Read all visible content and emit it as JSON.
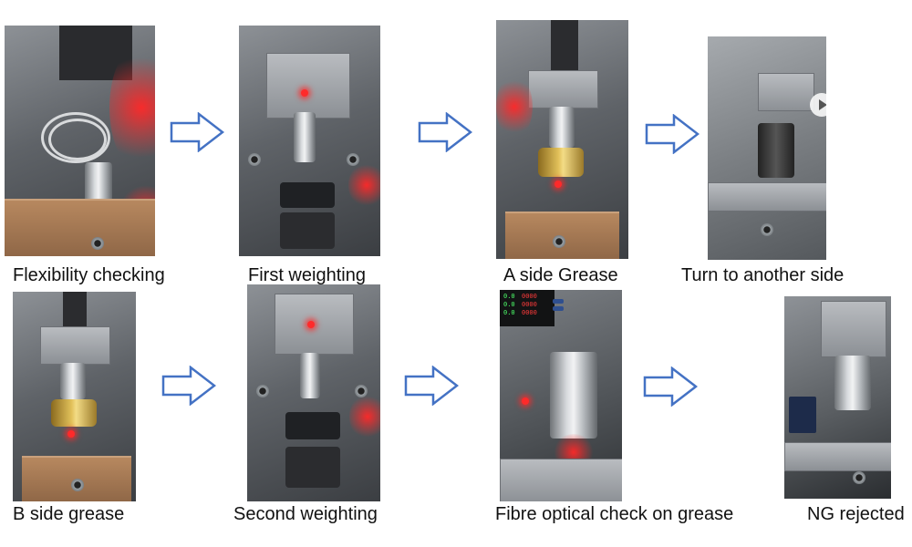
{
  "steps": [
    {
      "label": "Flexibility checking"
    },
    {
      "label": "First weighting"
    },
    {
      "label": "A side Grease"
    },
    {
      "label": "Turn to another side"
    },
    {
      "label": "B side grease"
    },
    {
      "label": "Second weighting"
    },
    {
      "label": "Fibre optical check on grease"
    },
    {
      "label": "NG rejected"
    }
  ],
  "arrow_color": "#4472c4"
}
